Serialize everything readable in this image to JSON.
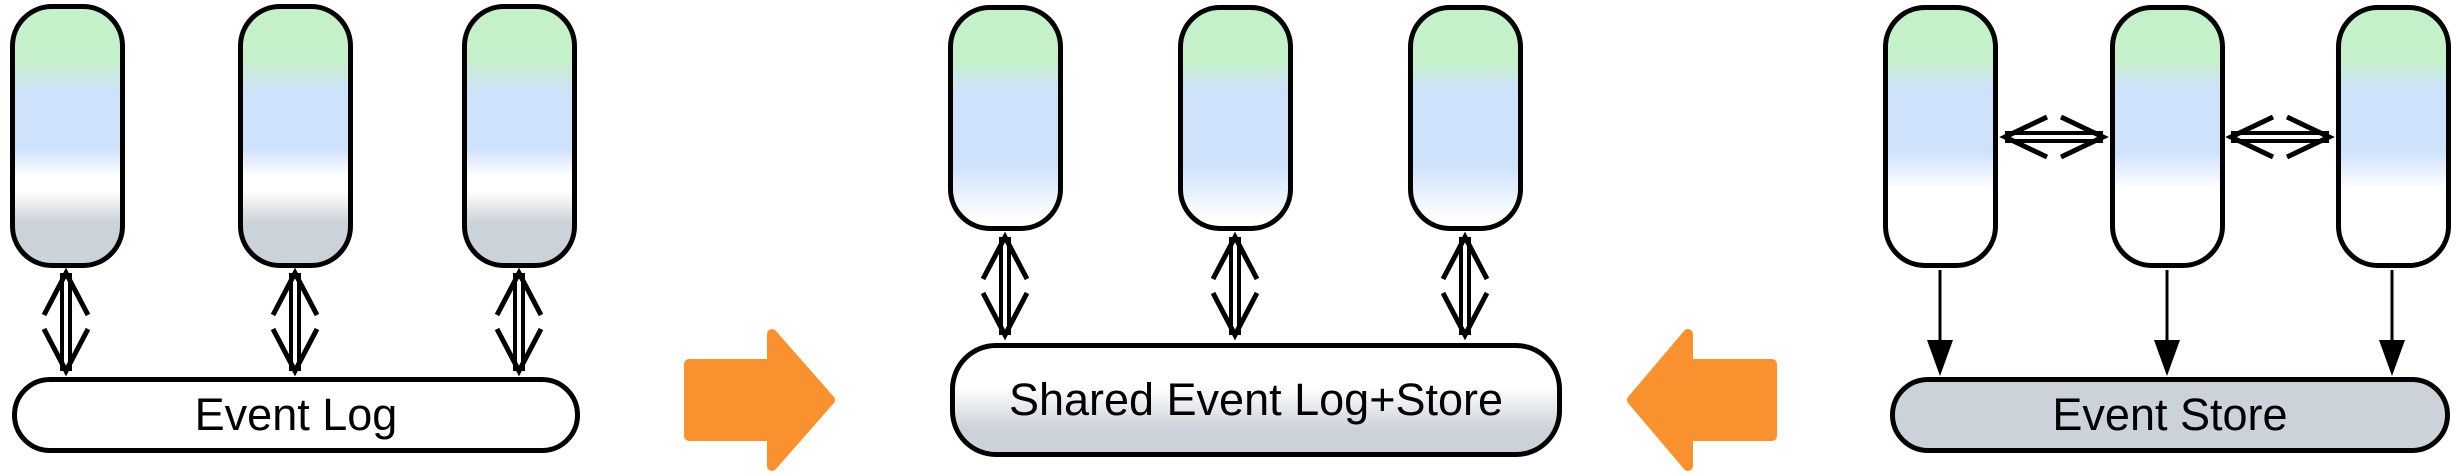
{
  "colors": {
    "node_green": "#c5f1ca",
    "node_blue": "#cfe2fc",
    "node_gray": "#ccd2d9",
    "arrow_orange": "#f9922e",
    "outline": "#000000"
  },
  "left_panel": {
    "store_label": "Event Log",
    "node_count": 3,
    "node_to_store_link": "bidirectional-arrow"
  },
  "middle_panel": {
    "store_label": "Shared Event Log+Store",
    "node_count": 3,
    "node_to_store_link": "bidirectional-arrow"
  },
  "right_panel": {
    "store_label": "Event Store",
    "node_count": 3,
    "node_to_node_link": "bidirectional-arrow",
    "node_to_store_link": "down-arrow"
  }
}
